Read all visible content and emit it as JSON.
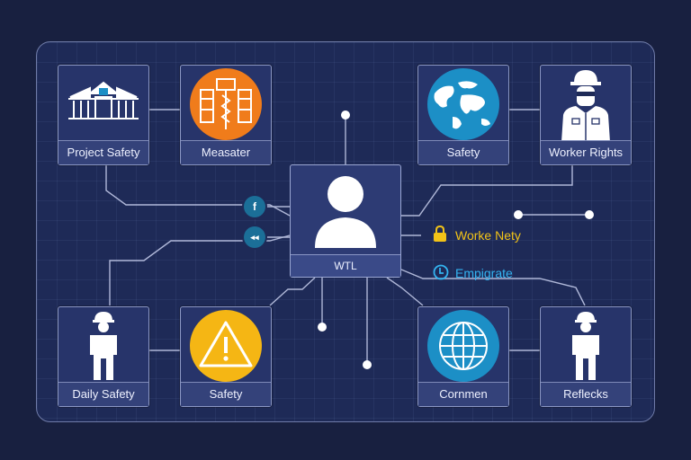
{
  "colors": {
    "background": "#182040",
    "board": "#1e2a57",
    "wire": "#c9d0ee",
    "orange": "#f07c1b",
    "globe_blue": "#1c8fc6",
    "warning_yellow": "#f5b614",
    "text_yellow": "#f2c318",
    "text_blue": "#33b3f0"
  },
  "center": {
    "label": "WTL",
    "icon": "user-icon"
  },
  "cards": {
    "project_safety": {
      "label": "Project Safety",
      "icon": "building-icon"
    },
    "measater": {
      "label": "Measater",
      "icon": "tools-icon"
    },
    "safety_top": {
      "label": "Safety",
      "icon": "globe-icon"
    },
    "worker_rights": {
      "label": "Worker Rights",
      "icon": "worker-icon"
    },
    "daily_safety": {
      "label": "Daily Safety",
      "icon": "worker-icon"
    },
    "safety_bottom": {
      "label": "Safety",
      "icon": "warning-icon"
    },
    "cornmen": {
      "label": "Cornmen",
      "icon": "globe-grid-icon"
    },
    "reflecks": {
      "label": "Reflecks",
      "icon": "worker-icon"
    }
  },
  "side": {
    "lock_text": "Worke Nety",
    "clock_text": "Empigrate",
    "circle_f": "f",
    "circle_chat": "◂◂"
  }
}
